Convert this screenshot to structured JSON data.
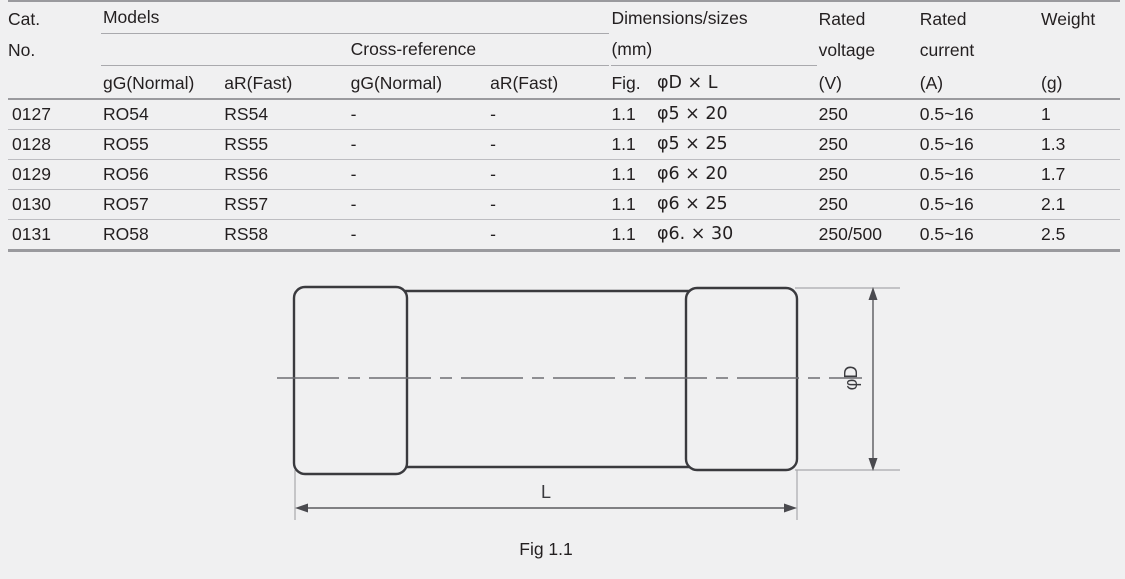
{
  "table": {
    "group_headers": {
      "cat_no_line1": "Cat.",
      "cat_no_line2": "No.",
      "models": "Models",
      "cross_reference": "Cross-reference",
      "dimensions_line1": "Dimensions/sizes",
      "dimensions_line2": "(mm)",
      "rated_voltage_line1": "Rated",
      "rated_voltage_line2": "voltage",
      "rated_current_line1": "Rated",
      "rated_current_line2": "current",
      "weight": "Weight"
    },
    "columns": [
      "",
      "gG(Normal)",
      "aR(Fast)",
      "gG(Normal)",
      "aR(Fast)",
      "Fig.",
      "φD × L",
      "(V)",
      "(A)",
      "(g)"
    ],
    "rows": [
      {
        "cat_no": "0127",
        "model_gg": "RO54",
        "model_ar": "RS54",
        "xref_gg": "-",
        "xref_ar": "-",
        "fig": "1.1",
        "dimension": "φ5 × 20",
        "rated_voltage": "250",
        "rated_current": "0.5~16",
        "weight": "1"
      },
      {
        "cat_no": "0128",
        "model_gg": "RO55",
        "model_ar": "RS55",
        "xref_gg": "-",
        "xref_ar": "-",
        "fig": "1.1",
        "dimension": "φ5 × 25",
        "rated_voltage": "250",
        "rated_current": "0.5~16",
        "weight": "1.3"
      },
      {
        "cat_no": "0129",
        "model_gg": "RO56",
        "model_ar": "RS56",
        "xref_gg": "-",
        "xref_ar": "-",
        "fig": "1.1",
        "dimension": "φ6 × 20",
        "rated_voltage": "250",
        "rated_current": "0.5~16",
        "weight": "1.7"
      },
      {
        "cat_no": "0130",
        "model_gg": "RO57",
        "model_ar": "RS57",
        "xref_gg": "-",
        "xref_ar": "-",
        "fig": "1.1",
        "dimension": "φ6 × 25",
        "rated_voltage": "250",
        "rated_current": "0.5~16",
        "weight": "2.1"
      },
      {
        "cat_no": "0131",
        "model_gg": "RO58",
        "model_ar": "RS58",
        "xref_gg": "-",
        "xref_ar": "-",
        "fig": "1.1",
        "dimension": "φ6. × 30",
        "rated_voltage": "250/500",
        "rated_current": "0.5~16",
        "weight": "2.5"
      }
    ]
  },
  "figure": {
    "caption": "Fig 1.1",
    "diameter_label": "φD",
    "length_label": "L"
  },
  "colors": {
    "background": "#f0f0f1",
    "text": "#231f20",
    "rule": "#9a9a9e",
    "outline": "#3a3a3e",
    "centerline": "#6d6d72"
  }
}
